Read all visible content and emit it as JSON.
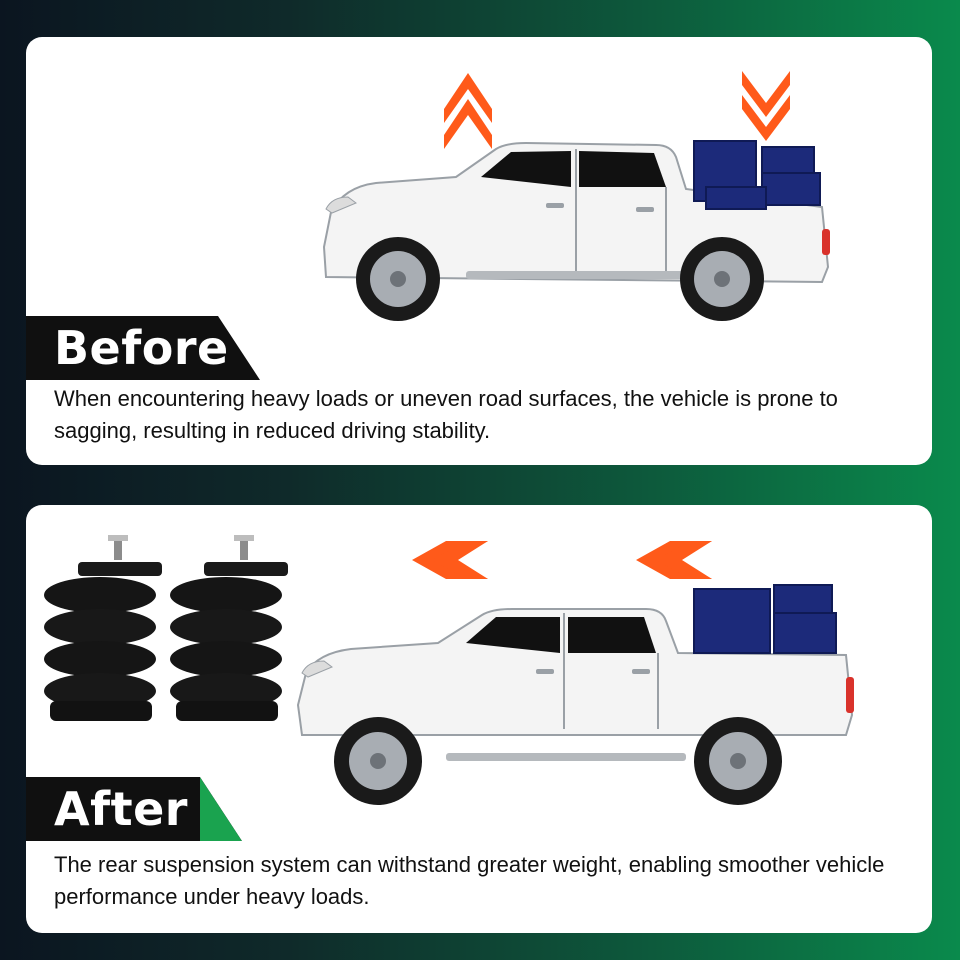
{
  "before": {
    "title": "Before",
    "description": "When encountering heavy loads or uneven road surfaces, the vehicle is prone to sagging, resulting in reduced driving stability."
  },
  "after": {
    "title": "After",
    "description": "The rear suspension system can withstand greater weight, enabling smoother vehicle performance under heavy loads."
  },
  "colors": {
    "arrow": "#ff5a1a",
    "cargo": "#1c2a7a",
    "label_bg": "#101010",
    "after_accent": "#1aa34f"
  },
  "icons": {
    "up_arrow": "chevron-up-icon",
    "down_arrow": "chevron-down-icon",
    "left_arrow": "chevron-left-icon"
  }
}
